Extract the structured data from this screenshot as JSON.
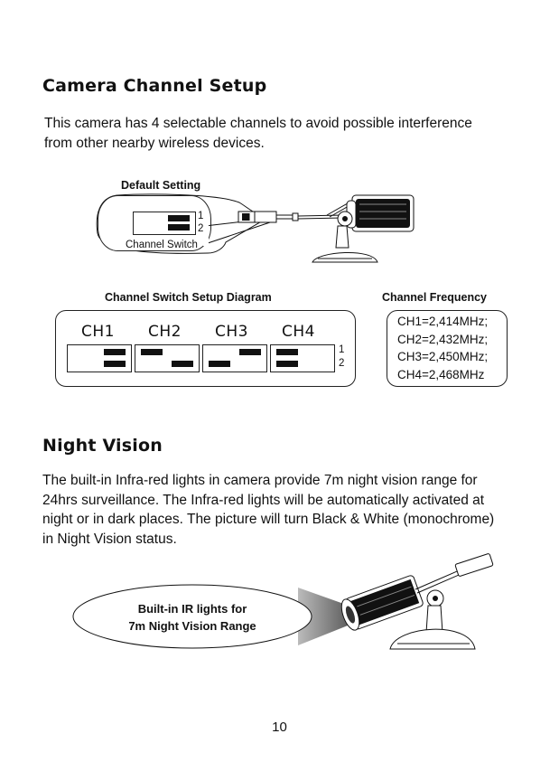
{
  "section1": {
    "title": "Camera Channel Setup",
    "intro_line1": "This camera has 4 selectable channels to avoid possible interference",
    "intro_line2": "from other nearby wireless devices.",
    "default_setting_label": "Default Setting",
    "switch_pos1": "1",
    "switch_pos2": "2",
    "channel_switch_label": "Channel Switch",
    "diagram_title": "Channel Switch Setup Diagram",
    "channels": [
      "CH1",
      "CH2",
      "CH3",
      "CH4"
    ],
    "diagram_pos1": "1",
    "diagram_pos2": "2",
    "frequency_title": "Channel Frequency",
    "frequencies": [
      "CH1=2,414MHz;",
      "CH2=2,432MHz;",
      "CH3=2,450MHz;",
      "CH4=2,468MHz"
    ]
  },
  "section2": {
    "title": "Night Vision",
    "para_lines": [
      "The built-in Infra-red lights in camera provide 7m night vision range for",
      "24hrs surveillance. The Infra-red lights will be automatically activated at",
      "night or in dark places. The picture will turn Black & White (monochrome)",
      "in Night Vision status."
    ],
    "callout_line1": "Built-in IR lights for",
    "callout_line2": "7m Night Vision Range"
  },
  "page_number": "10"
}
